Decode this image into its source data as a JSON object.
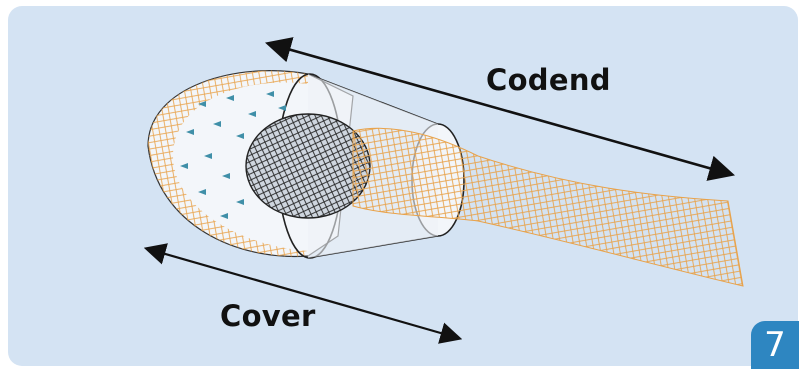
{
  "labels": {
    "codend": "Codend",
    "cover": "Cover"
  },
  "page_number": "7",
  "colors": {
    "background": "#d4e3f3",
    "cover_mesh": "#e8a24a",
    "codend_mesh_dark": "#2a2a2a",
    "fish": "#3f8fa8",
    "arrow": "#111111",
    "page_badge": "#2e86c1"
  }
}
